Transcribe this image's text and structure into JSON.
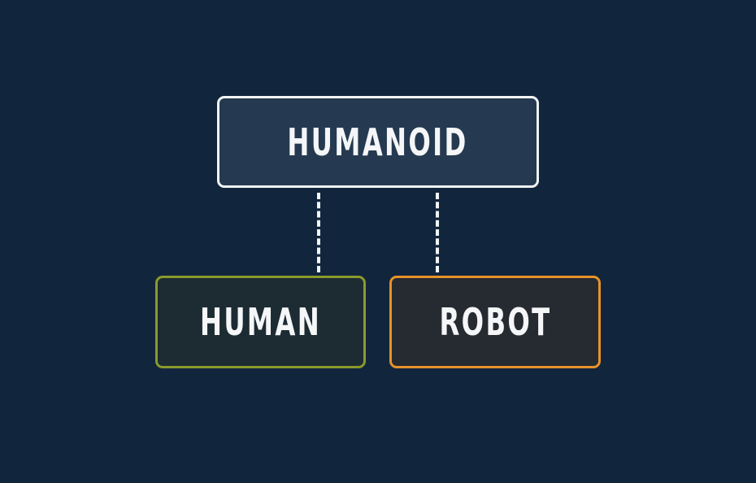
{
  "diagram": {
    "type": "hierarchy",
    "background_color": "#11263c",
    "parent": {
      "label": "HUMANOID",
      "border_color": "#f2f4f6",
      "fill_color": "#253a50"
    },
    "children": [
      {
        "label": "HUMAN",
        "border_color": "#8a9a2c",
        "fill_color": "#1d2b33"
      },
      {
        "label": "ROBOT",
        "border_color": "#e8922a",
        "fill_color": "#262b31"
      }
    ],
    "connectors": [
      {
        "from": "HUMANOID",
        "to": "HUMAN",
        "style": "dashed"
      },
      {
        "from": "HUMANOID",
        "to": "ROBOT",
        "style": "dashed"
      }
    ]
  }
}
